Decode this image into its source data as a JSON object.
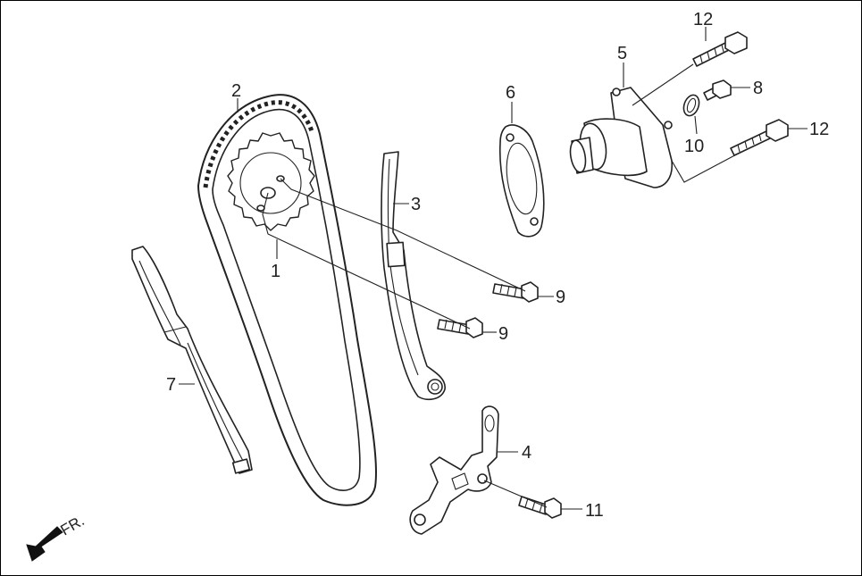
{
  "direction_label": "FR.",
  "callouts": {
    "c1": "1",
    "c2": "2",
    "c3": "3",
    "c4": "4",
    "c5": "5",
    "c6": "6",
    "c7": "7",
    "c8": "8",
    "c9a": "9",
    "c9b": "9",
    "c10": "10",
    "c11": "11",
    "c12a": "12",
    "c12b": "12"
  }
}
